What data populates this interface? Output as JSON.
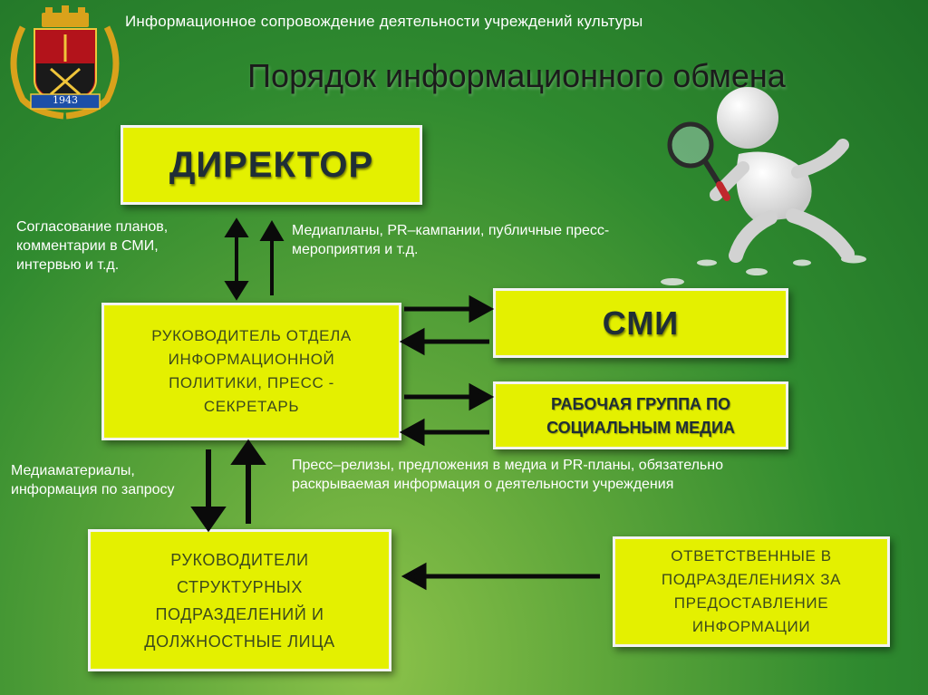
{
  "header": {
    "caption": "Информационное сопровождение деятельности учреждений культуры",
    "title": "Порядок информационного обмена",
    "emblem_year": "1943",
    "emblem_icon": "coat-of-arms-icon"
  },
  "boxes": {
    "director": "ДИРЕКТОР",
    "head_info": "РУКОВОДИТЕЛЬ ОТДЕЛА ИНФОРМАЦИОННОЙ ПОЛИТИКИ, ПРЕСС - СЕКРЕТАРЬ",
    "smi": "СМИ",
    "working_group": "РАБОЧАЯ ГРУППА ПО СОЦИАЛЬНЫМ МЕДИА",
    "heads_divisions": "РУКОВОДИТЕЛИ СТРУКТУРНЫХ ПОДРАЗДЕЛЕНИЙ И ДОЛЖНОСТНЫЕ ЛИЦА",
    "responsible": "ОТВЕТСТВЕННЫЕ В ПОДРАЗДЕЛЕНИЯХ ЗА ПРЕДОСТАВЛЕНИЕ ИНФОРМАЦИИ"
  },
  "notes": {
    "coordination": "Согласование планов, комментарии в СМИ, интервью и т.д.",
    "mediaplans": "Медиапланы, PR–кампании, публичные пресс-мероприятия и т.д.",
    "mediamaterials": "Медиаматериалы, информация по запросу",
    "press_releases": "Пресс–релизы, предложения в медиа и PR-планы, обязательно раскрываемая информация о деятельности учреждения"
  },
  "colors": {
    "box_fill": "#e4f000",
    "box_border": "#f3f3f3",
    "background_dark": "#1d6f26",
    "background_light": "#8cc24a",
    "arrow": "#0a0a0a"
  },
  "decor": {
    "illustration_icon": "figure-with-magnifier-icon"
  }
}
